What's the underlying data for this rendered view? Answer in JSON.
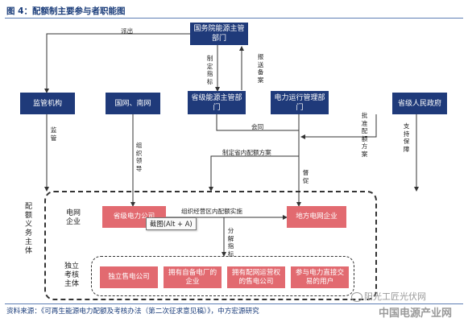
{
  "title": "图 4：配额制主要参与者职能图",
  "boxes": {
    "nea": "国务院能源主管部门",
    "regulator": "监管机构",
    "grid": "国网、南网",
    "prov_energy": "省级能源主管部门",
    "power_ops": "电力运行管理部门",
    "prov_gov": "省级人民政府",
    "prov_power": "省级电力公司",
    "local_grid": "地方电网企业",
    "retail": "独立售电公司",
    "own_plant": "拥有自备电厂的企业",
    "dist_net": "拥有配网运营权的售电公司",
    "direct_users": "参与电力直接交易的用户"
  },
  "edge_labels": {
    "dispatch": "派出",
    "set_targets": "制定指标",
    "report": "报送备案",
    "oversight": "监管",
    "organize": "组织领导",
    "jointly": "会同",
    "approve": "批准配额方案",
    "support": "支持保障",
    "make_plan": "制定省内配额方案",
    "urge": "督促",
    "implement": "组织经营区内配额实施",
    "decompose": "分解指标"
  },
  "sides": {
    "main": "配额义务主体",
    "grid_group": "电网企业",
    "indep_group": "独立考核主体"
  },
  "tooltip": "截图(Alt + A)",
  "source": "资料来源：《可再生能源电力配额及考核办法（第二次征求意见稿）》，中方宏源研究",
  "watermark": {
    "line1": "阳光工匠光伏网",
    "line2": "中国电源产业网"
  }
}
